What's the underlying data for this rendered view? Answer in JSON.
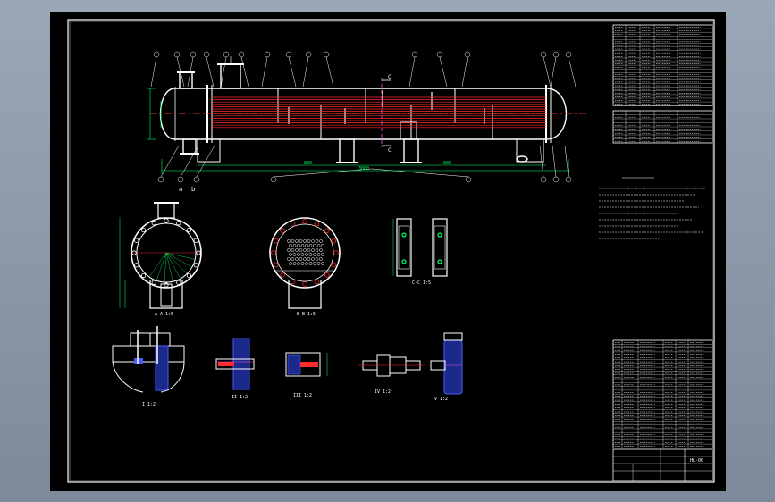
{
  "colors": {
    "background": "#000000",
    "frame": "#ffffff",
    "tube": "#ff2a2a",
    "dimension": "#00ff66",
    "section": "#4a5cff",
    "hatch": "#ff4fd8",
    "centerline": "#e03030",
    "text": "#ffffff",
    "leader": "#ffffff",
    "desktop": "#8e9aab"
  },
  "dims": {
    "span_left": "800",
    "span_right": "800",
    "total": "3000"
  },
  "views": {
    "view_a": "A-A 1:5",
    "view_b": "B-B 1:5",
    "view_c": "C-C 1:5",
    "label_a": "a",
    "label_b": "b",
    "label_c": "C"
  },
  "details": {
    "d1": "I 1:2",
    "d2": "II 1:2",
    "d3": "III 1:2",
    "d4": "IV 1:2",
    "d5": "V 1:2"
  },
  "title_block": {
    "drawing_no": "HL-00"
  }
}
